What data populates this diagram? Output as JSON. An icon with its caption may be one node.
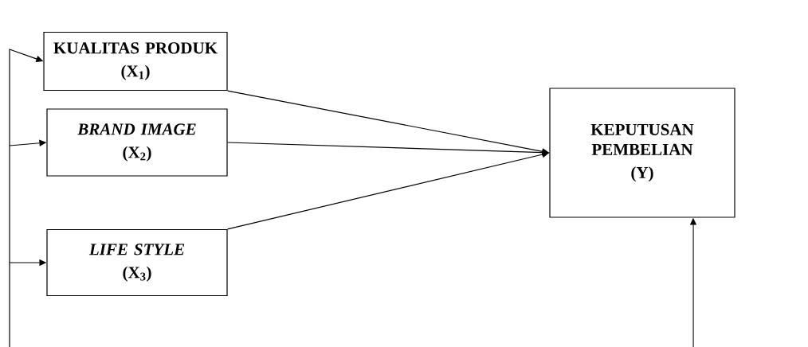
{
  "diagram": {
    "nodes": [
      {
        "text": [
          "KUALITAS PRODUK",
          "(X$_{1}$)"
        ]
      },
      {
        "text": [
          "BRAND IMAGE",
          "(X$_{2}$)"
        ]
      },
      {
        "text": [
          "LIFE STYLE",
          "(X$_{3}$)"
        ]
      },
      {
        "text": [
          "KEPUTUSAN PEMBELIAN",
          "(Y)"
        ]
      }
    ],
    "edges": [
      {
        "from": 0,
        "to": 3,
        "arrow": "to"
      },
      {
        "from": 1,
        "to": 3,
        "arrow": "to"
      },
      {
        "from": 2,
        "to": 3,
        "arrow": "to"
      },
      {
        "from": null,
        "to": 0,
        "arrow": "to"
      },
      {
        "from": null,
        "to": 1,
        "arrow": "to"
      },
      {
        "from": null,
        "to": 2,
        "arrow": "to"
      },
      {
        "from": null,
        "to": 3,
        "arrow": "to"
      }
    ]
  }
}
